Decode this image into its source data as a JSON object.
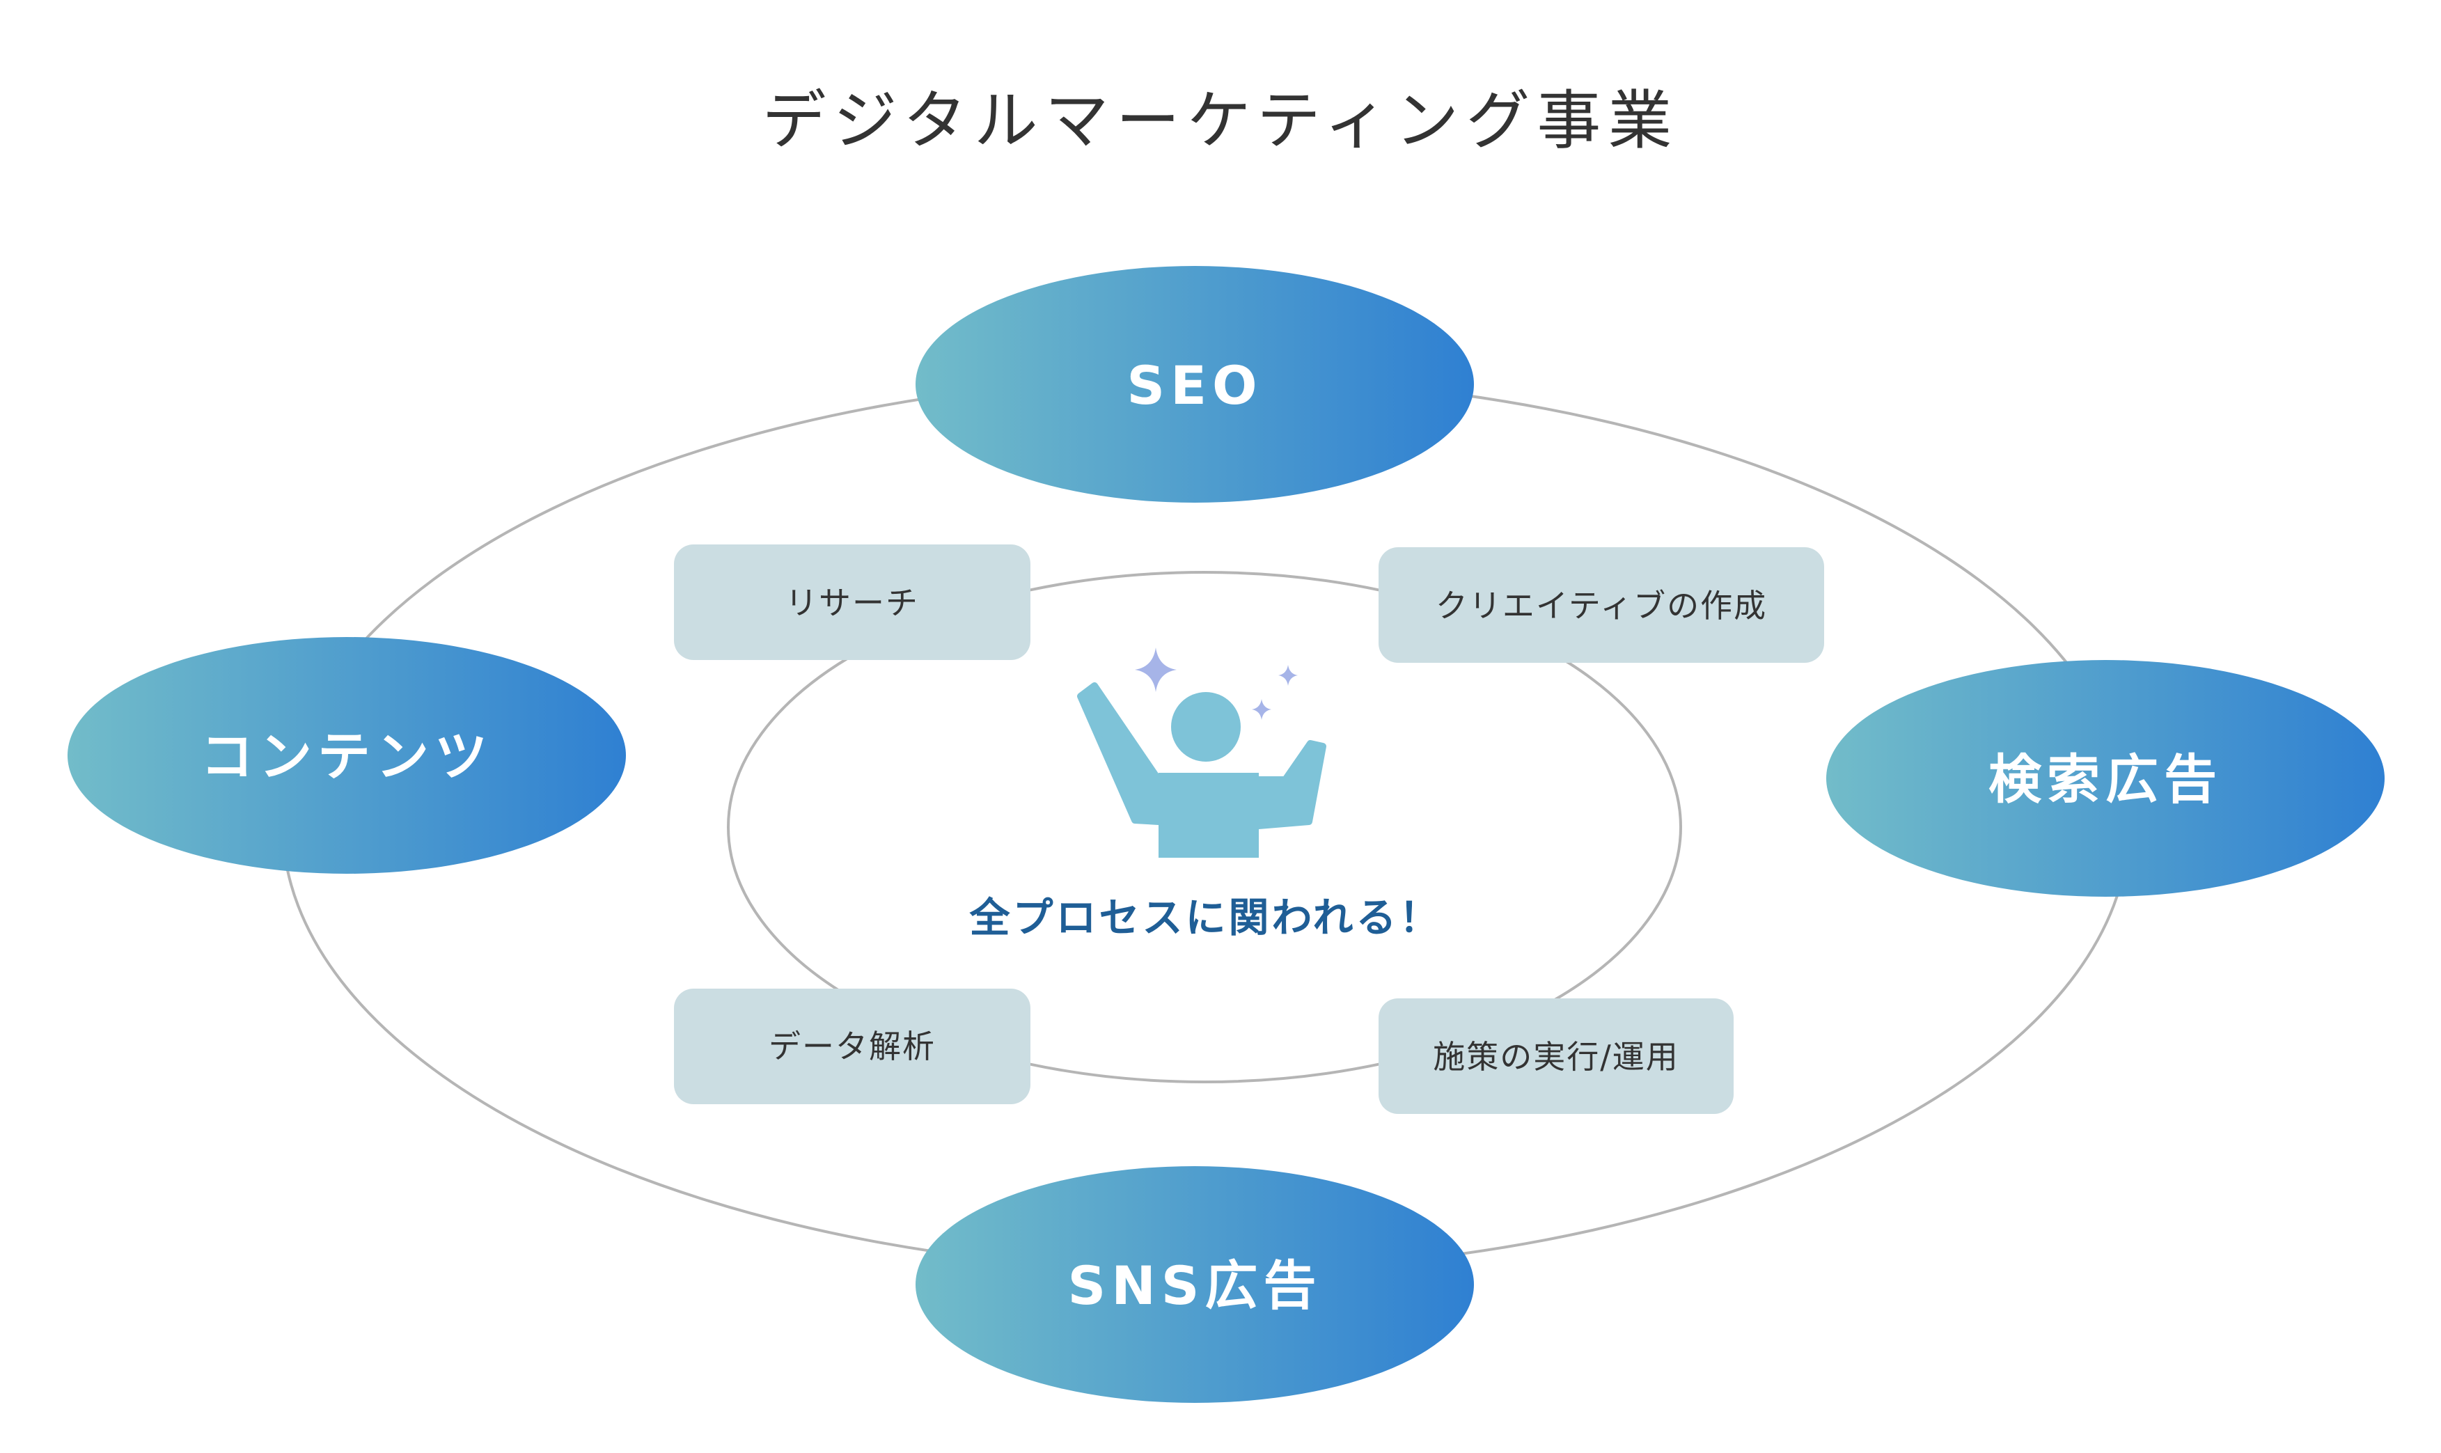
{
  "title": "デジタルマーケティング事業",
  "outer_nodes": {
    "seo": "SEO",
    "contents": "コンテンツ",
    "search_ads": "検索広告",
    "sns_ads": "SNS広告"
  },
  "inner_steps": {
    "research": "リサーチ",
    "creative": "クリエイティブの作成",
    "analysis": "データ解析",
    "execution": "施策の実行/運用"
  },
  "center_message": "全プロセスに関われる！",
  "colors": {
    "gradient_start": "#72bcc9",
    "gradient_end": "#2f80d2",
    "box_fill": "#cbdde2",
    "ring_stroke": "#b5b5b5",
    "person": "#7ec3d8",
    "sparkle": "#a6b4e8",
    "center_text": "#1f5e96"
  },
  "icons": {
    "center_figure": "person-cheering-icon",
    "sparkles": "sparkle-icon"
  }
}
